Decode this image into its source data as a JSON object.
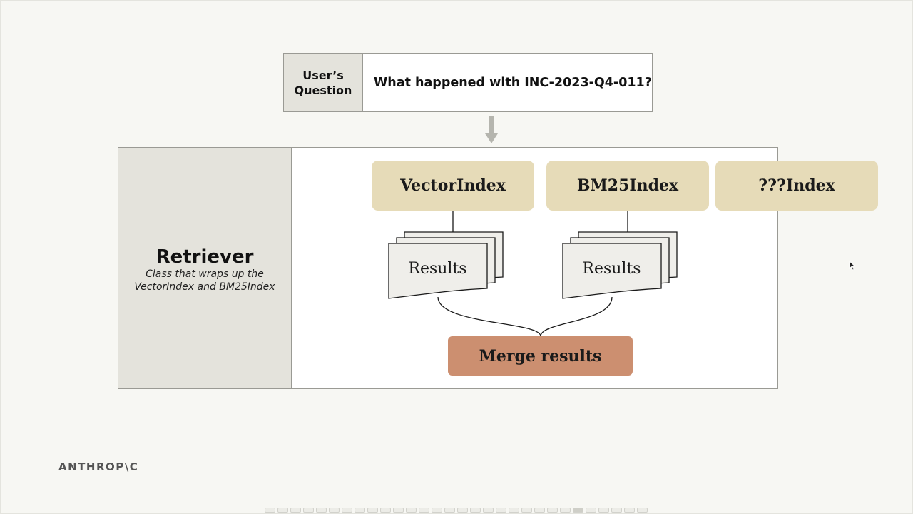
{
  "question": {
    "label_line1": "User’s",
    "label_line2": "Question",
    "text": "What happened with INC-2023-Q4-011?"
  },
  "retriever": {
    "title": "Retriever",
    "desc_line1": "Class that wraps up the",
    "desc_line2": "VectorIndex and BM25Index"
  },
  "indexes": [
    "VectorIndex",
    "BM25Index",
    "???Index"
  ],
  "results_label": "Results",
  "merge_label": "Merge results",
  "logo": "ANTHROP\\C",
  "colors": {
    "background": "#f7f7f3",
    "panel": "#e4e3dc",
    "index_fill": "#e6dbb8",
    "merge_fill": "#cc8f70",
    "border": "#9a9a94"
  }
}
